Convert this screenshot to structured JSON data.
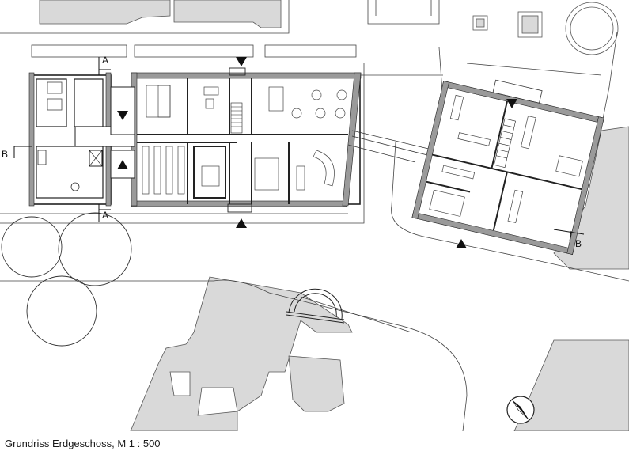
{
  "caption": "Grundriss Erdgeschoss, M 1 : 500",
  "sections": {
    "a_top": "A",
    "a_bottom": "A",
    "b_left": "B",
    "b_right": "B"
  },
  "stair_label": "",
  "colors": {
    "wall": "#222222",
    "wall_fill": "#9a9a9a",
    "neighbour_fill": "#d9d9d9",
    "line": "#333333"
  },
  "icons": {
    "entrance": "entrance-triangle-icon",
    "north": "north-arrow-icon"
  }
}
